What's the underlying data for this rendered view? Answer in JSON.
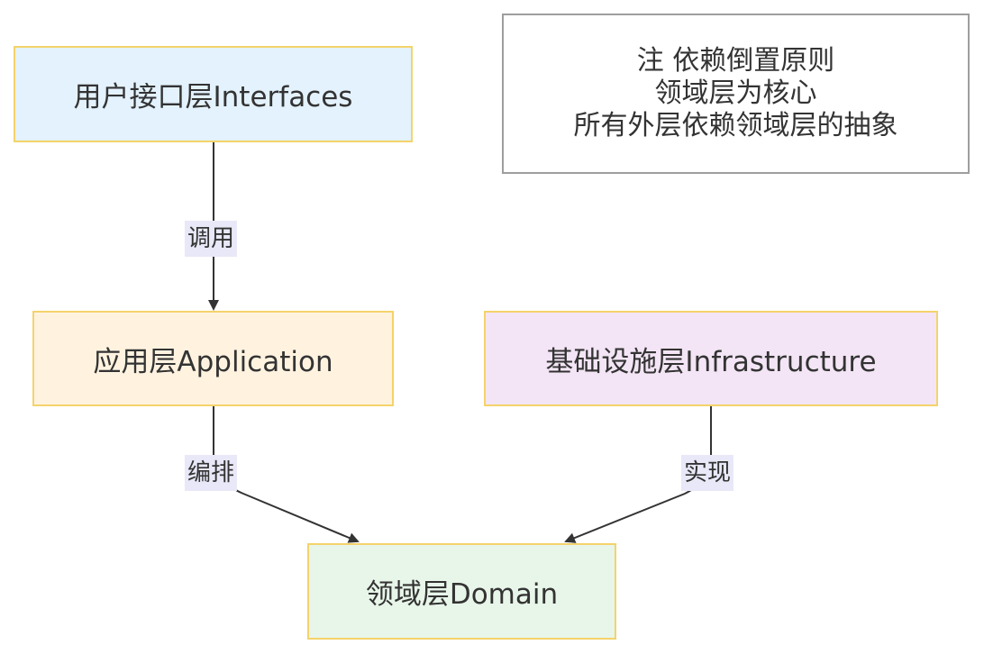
{
  "nodes": {
    "interfaces": "用户接口层Interfaces",
    "application": "应用层Application",
    "infrastructure": "基础设施层Infrastructure",
    "domain": "领域层Domain"
  },
  "note": {
    "line1": "注 依赖倒置原则",
    "line2": "领域层为核心",
    "line3": "所有外层依赖领域层的抽象"
  },
  "edges": {
    "interfaces_to_application": "调用",
    "application_to_domain": "编排",
    "infrastructure_to_domain": "实现"
  },
  "colors": {
    "interfaces_fill": "#e3f2fd",
    "application_fill": "#fff3e0",
    "infrastructure_fill": "#f3e5f5",
    "domain_fill": "#e8f5e9",
    "node_border": "#f4d36b",
    "note_border": "#9e9e9e",
    "edge_label_bg": "#e8e8f8",
    "edge_line": "#333333"
  }
}
